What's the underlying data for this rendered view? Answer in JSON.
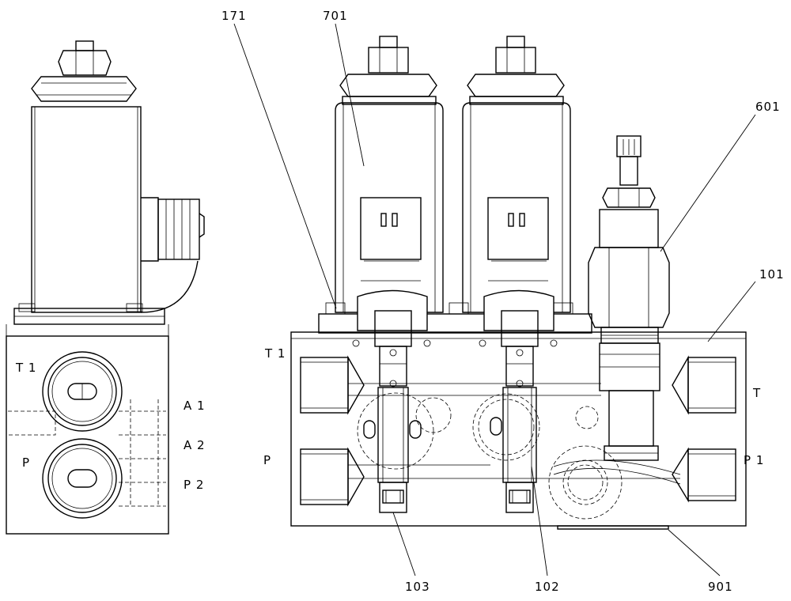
{
  "callouts": {
    "c171": "171",
    "c701": "701",
    "c601": "601",
    "c101": "101",
    "c103": "103",
    "c102": "102",
    "c901": "901"
  },
  "ports_side_view": {
    "t1": "T 1",
    "a1": "A 1",
    "a2": "A 2",
    "p": "P",
    "p2": "P 2"
  },
  "ports_front_view": {
    "t1": "T 1",
    "p": "P",
    "t": "T",
    "p1": "P 1"
  }
}
